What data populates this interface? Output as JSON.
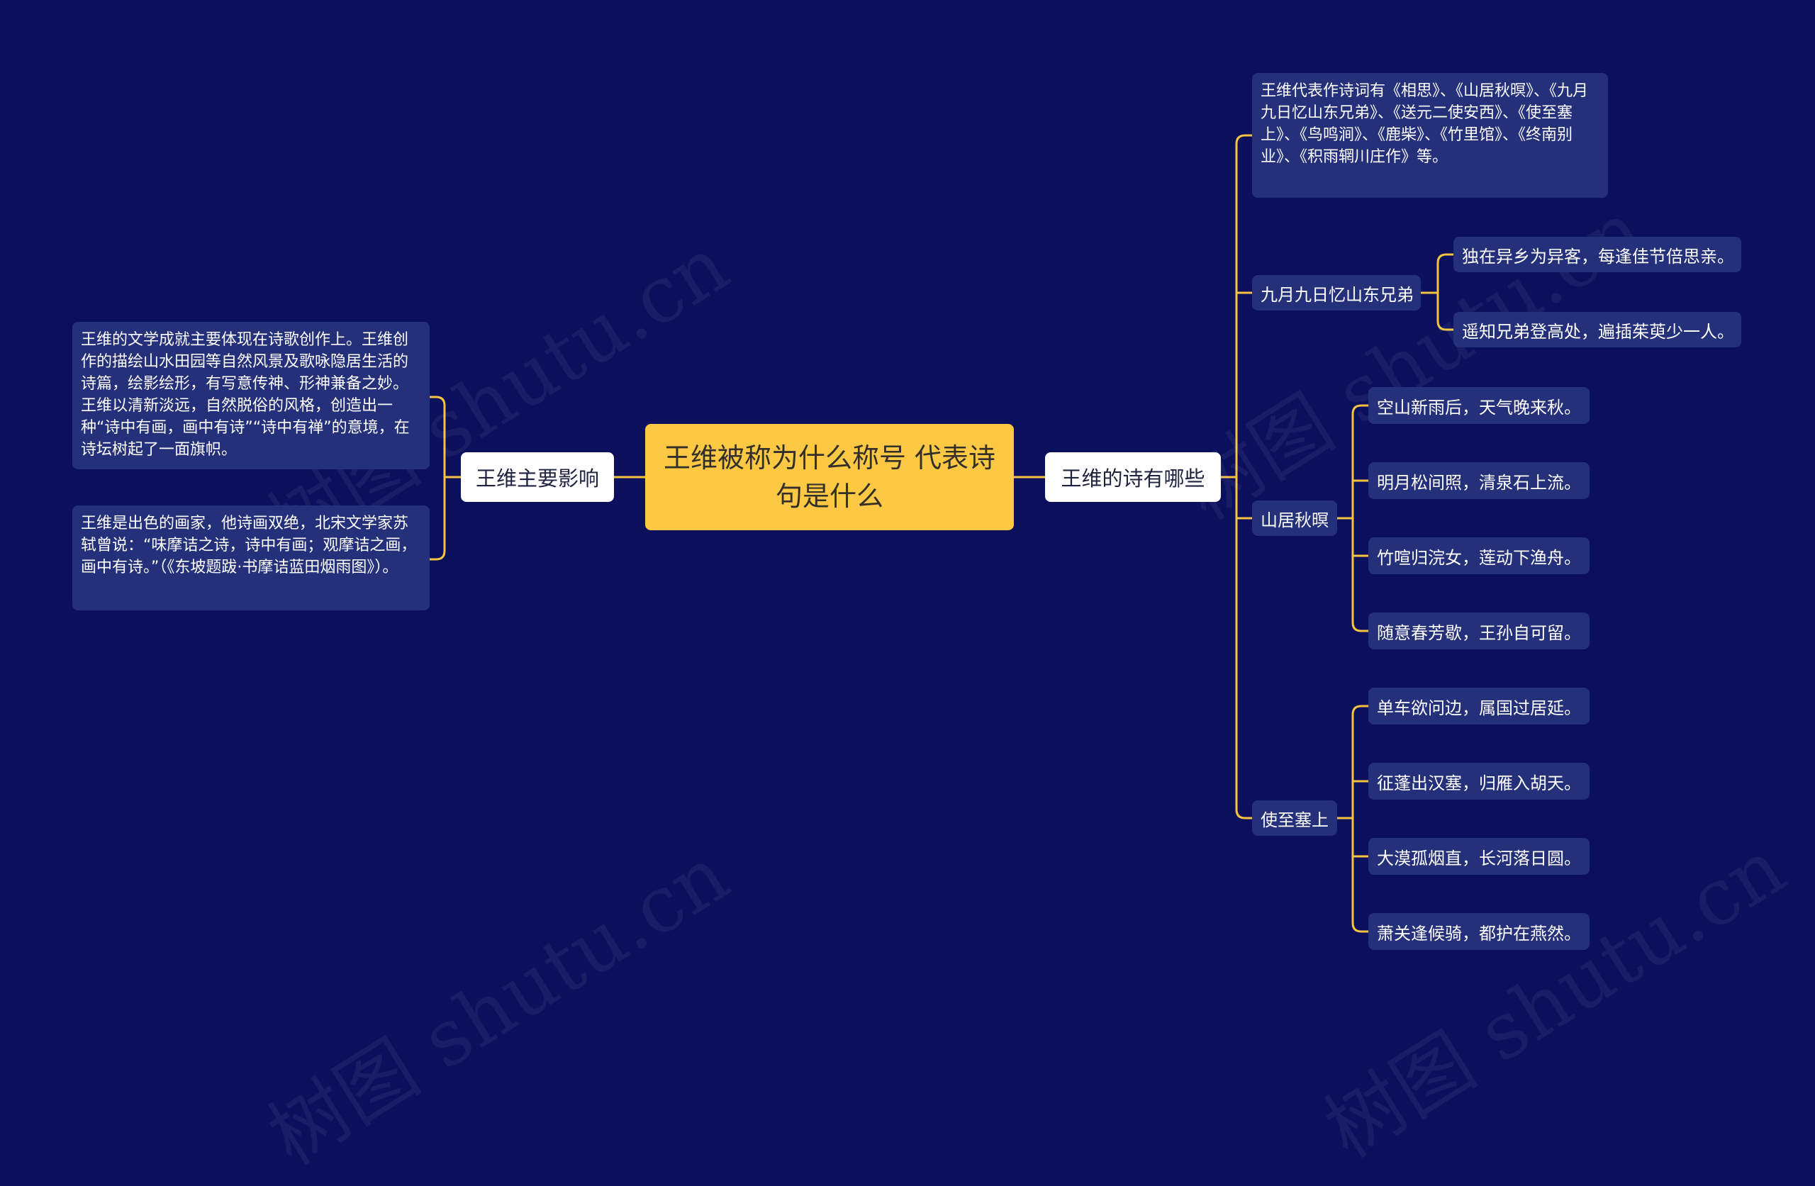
{
  "colors": {
    "background": "#0b0f5c",
    "root": "#fdc844",
    "connector": "#f5c342",
    "node": "#25307a"
  },
  "root": {
    "title": "王维被称为什么称号 代表诗句是什么"
  },
  "left": {
    "label": "王维主要影响",
    "items": [
      "王维的文学成就主要体现在诗歌创作上。王维创作的描绘山水田园等自然风景及歌咏隐居生活的诗篇，绘影绘形，有写意传神、形神兼备之妙。王维以清新淡远，自然脱俗的风格，创造出一种“诗中有画，画中有诗”“诗中有禅”的意境，在诗坛树起了一面旗帜。",
      "王维是出色的画家，他诗画双绝，北宋文学家苏轼曾说：“味摩诘之诗，诗中有画；观摩诘之画，画中有诗。”（《东坡题跋·书摩诘蓝田烟雨图》）。"
    ]
  },
  "right": {
    "label": "王维的诗有哪些",
    "intro": "王维代表作诗词有《相思》、《山居秋暝》、《九月九日忆山东兄弟》、《送元二使安西》、《使至塞上》、《鸟鸣涧》、《鹿柴》、《竹里馆》、《终南别业》、《积雨辋川庄作》等。",
    "poems": [
      {
        "title": "九月九日忆山东兄弟",
        "lines": [
          "独在异乡为异客，每逢佳节倍思亲。",
          "遥知兄弟登高处，遍插茱萸少一人。"
        ]
      },
      {
        "title": "山居秋暝",
        "lines": [
          "空山新雨后，天气晚来秋。",
          "明月松间照，清泉石上流。",
          "竹喧归浣女，莲动下渔舟。",
          "随意春芳歇，王孙自可留。"
        ]
      },
      {
        "title": "使至塞上",
        "lines": [
          "单车欲问边，属国过居延。",
          "征蓬出汉塞，归雁入胡天。",
          "大漠孤烟直，长河落日圆。",
          "萧关逢候骑，都护在燕然。"
        ]
      }
    ]
  },
  "watermarks": [
    "树图 shutu.cn",
    "树图 shutu.cn",
    "树图 shutu.cn",
    "树图 shutu.cn"
  ]
}
